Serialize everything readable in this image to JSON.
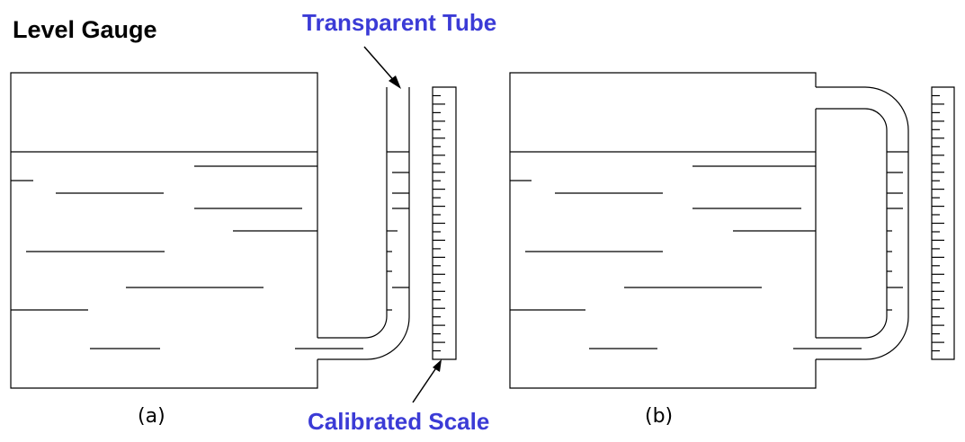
{
  "title": "Level Gauge",
  "labels": {
    "transparent_tube": "Transparent Tube",
    "calibrated_scale": "Calibrated Scale",
    "caption_a": "(a)",
    "caption_b": "(b)"
  },
  "colors": {
    "label_blue": "#3b3bd6",
    "stroke": "#000000",
    "background": "#ffffff"
  }
}
